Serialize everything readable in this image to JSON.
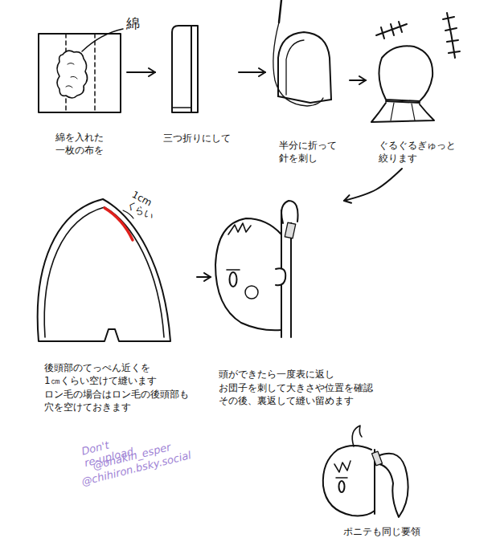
{
  "diagram": {
    "nodes": [
      {
        "text": [
          "綿を入れた 一枚の布を"
        ]
      },
      {
        "text": [
          "三つ折りにして"
        ]
      },
      {
        "text": [
          "半分に折って 針を刺し"
        ]
      },
      {
        "text": [
          "ぐるぐるぎゅっと 絞ります"
        ]
      },
      {
        "text": [
          "後頭部のてっぺん近くを 1㎝くらい空けて縫います ロン毛の場合はロン毛の後頭部も 穴を空けておきます"
        ]
      },
      {
        "text": [
          "頭ができたら一度表に返し お団子を刺して大きさや位置を確認 その後、裏返して縫い留めます"
        ]
      },
      {
        "text": [
          "ポニテも同じ要領"
        ]
      }
    ],
    "edges": [
      {
        "from": 0,
        "to": 1,
        "arrow": "to"
      },
      {
        "from": 1,
        "to": 2,
        "arrow": "to"
      },
      {
        "from": 2,
        "to": 3,
        "arrow": "to"
      },
      {
        "from": 3,
        "to": 5,
        "arrow": "to"
      },
      {
        "from": 4,
        "to": 5,
        "arrow": "to"
      }
    ],
    "labels": [
      "綿",
      "1cm くらい",
      "Don't re-upload.",
      "@onakin_esper",
      "@chihiron.bsky.social"
    ]
  }
}
